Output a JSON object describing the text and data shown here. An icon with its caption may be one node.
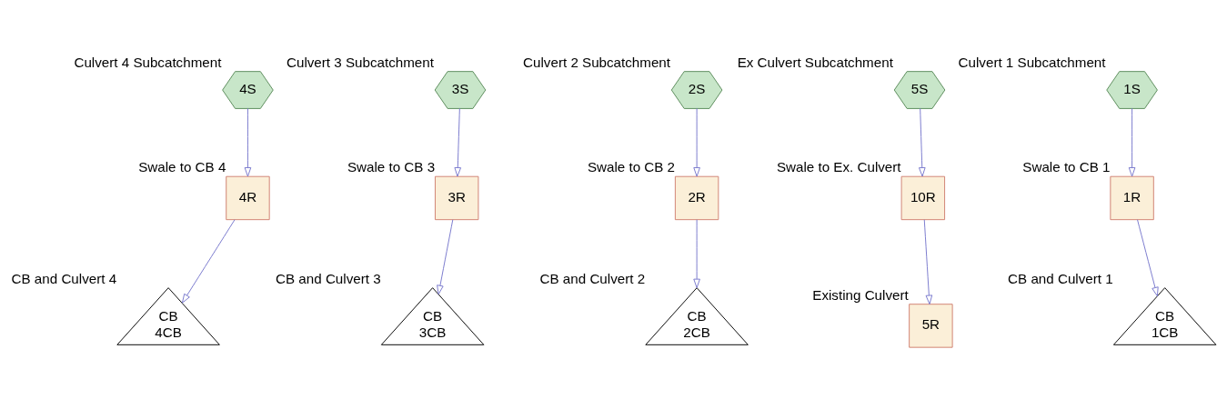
{
  "diagram": {
    "nodes": [
      {
        "text": [
          "4S"
        ],
        "beside": [
          "Culvert 4 Subcatchment"
        ]
      },
      {
        "text": [
          "3S"
        ],
        "beside": [
          "Culvert 3 Subcatchment"
        ]
      },
      {
        "text": [
          "2S"
        ],
        "beside": [
          "Culvert 2 Subcatchment"
        ]
      },
      {
        "text": [
          "5S"
        ],
        "beside": [
          "Ex Culvert Subcatchment"
        ]
      },
      {
        "text": [
          "1S"
        ],
        "beside": [
          "Culvert 1 Subcatchment"
        ]
      },
      {
        "text": [
          "4R"
        ],
        "beside": [
          "Swale to CB 4"
        ]
      },
      {
        "text": [
          "3R"
        ],
        "beside": [
          "Swale to CB 3"
        ]
      },
      {
        "text": [
          "2R"
        ],
        "beside": [
          "Swale to CB 2"
        ]
      },
      {
        "text": [
          "10R"
        ],
        "beside": [
          "Swale to Ex. Culvert"
        ]
      },
      {
        "text": [
          "1R"
        ],
        "beside": [
          "Swale to CB 1"
        ]
      },
      {
        "text": [
          "CB",
          "4CB"
        ],
        "beside": [
          "CB and Culvert 4"
        ]
      },
      {
        "text": [
          "CB",
          "3CB"
        ],
        "beside": [
          "CB and Culvert 3"
        ]
      },
      {
        "text": [
          "CB",
          "2CB"
        ],
        "beside": [
          "CB and Culvert 2"
        ]
      },
      {
        "text": [
          "5R"
        ],
        "beside": [
          "Existing Culvert"
        ]
      },
      {
        "text": [
          "CB",
          "1CB"
        ],
        "beside": [
          "CB and Culvert 1"
        ]
      }
    ],
    "edges": [
      {
        "from": 0,
        "to": 5,
        "arrow": "to"
      },
      {
        "from": 5,
        "to": 10,
        "arrow": "to"
      },
      {
        "from": 1,
        "to": 6,
        "arrow": "to"
      },
      {
        "from": 6,
        "to": 11,
        "arrow": "to"
      },
      {
        "from": 2,
        "to": 7,
        "arrow": "to"
      },
      {
        "from": 7,
        "to": 12,
        "arrow": "to"
      },
      {
        "from": 3,
        "to": 8,
        "arrow": "to"
      },
      {
        "from": 8,
        "to": 13,
        "arrow": "to"
      },
      {
        "from": 4,
        "to": 9,
        "arrow": "to"
      },
      {
        "from": 9,
        "to": 14,
        "arrow": "to"
      }
    ]
  }
}
